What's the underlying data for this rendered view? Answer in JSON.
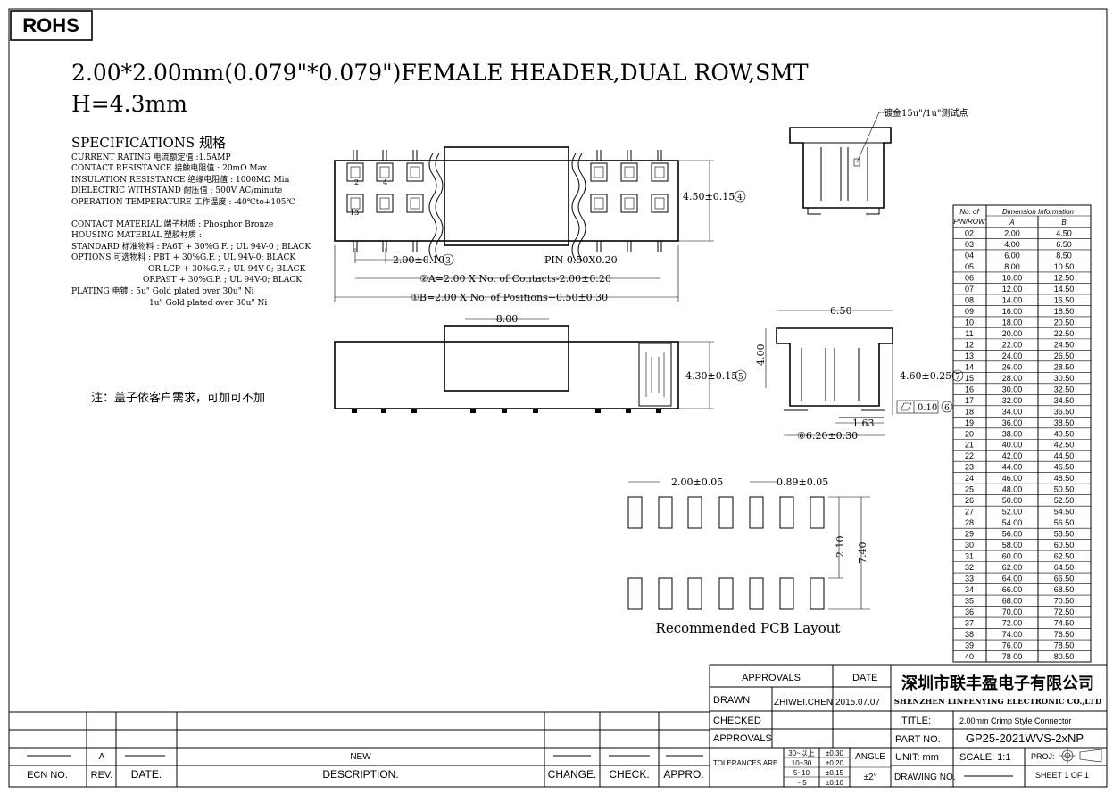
{
  "rohs": "ROHS",
  "title_line1": "2.00*2.00mm(0.079\"*0.079\")FEMALE HEADER,DUAL ROW,SMT",
  "title_line2": "H=4.3mm",
  "specs": {
    "heading": "SPECIFICATIONS 规格",
    "lines": [
      "CURRENT RATING 电流额定值 :1.5AMP",
      "CONTACT RESISTANCE 接触电阻值 : 20mΩ Max",
      "INSULATION RESISTANCE 绝缘电阻值 : 1000MΩ Min",
      "DIELECTRIC WITHSTAND 耐压值 : 500V AC/minute",
      "OPERATION TEMPERATURE 工作温度 : -40℃to+105℃",
      "CONTACT MATERIAL 端子材质 : Phosphor Bronze",
      "HOUSING MATERIAL 塑胶材质 :",
      "STANDARD 标准物料 : PA6T + 30%G.F. ; UL 94V-0 ; BLACK",
      "OPTIONS 可选物料 : PBT + 30%G.F. ; UL 94V-0; BLACK",
      "OR LCP + 30%G.F. ; UL 94V-0; BLACK",
      "ORPA9T + 30%G.F. ; UL 94V-0; BLACK",
      "PLATING 电镀 :  5u\" Gold plated over 30u\" Ni",
      "1u\" Gold plated over 30u\" Ni"
    ]
  },
  "note": "注：盖子依客户需求，可加可不加",
  "plating_callout": "镀金15u\"/1u\"测试点",
  "dims": {
    "pin_2": "2",
    "pin_4": "4",
    "pin_13": "13",
    "h450": "4.50±0.15",
    "n4": "4",
    "pitch": "2.00±0.10",
    "n3": "3",
    "pin_size": "PIN 0.50X0.20",
    "dim_a": "②A=2.00 X No. of Contacts-2.00±0.20",
    "dim_b": "①B=2.00 X No. of Positions+0.50±0.30",
    "cover": "8.00",
    "h430": "4.30±0.15",
    "n5": "5",
    "w650": "6.50",
    "h400": "4.00",
    "h460": "4.60±0.25",
    "n7": "7",
    "flat": "0.10",
    "n6": "6",
    "d163": "1.63",
    "w620": "⑧6.20±0.30",
    "pcb_pitch": "2.00±0.05",
    "pcb_pad": "0.89±0.05",
    "pcb_210": "2.10",
    "pcb_740": "7.40",
    "pcb_label": "Recommended PCB Layout"
  },
  "dim_table": {
    "header_col1": [
      "No. of",
      "PIN/ROW"
    ],
    "header_group": "Dimension Information",
    "col_a": "A",
    "col_b": "B",
    "rows": [
      [
        "02",
        "2.00",
        "4.50"
      ],
      [
        "03",
        "4.00",
        "6.50"
      ],
      [
        "04",
        "6.00",
        "8.50"
      ],
      [
        "05",
        "8.00",
        "10.50"
      ],
      [
        "06",
        "10.00",
        "12.50"
      ],
      [
        "07",
        "12.00",
        "14.50"
      ],
      [
        "08",
        "14.00",
        "16.50"
      ],
      [
        "09",
        "16.00",
        "18.50"
      ],
      [
        "10",
        "18.00",
        "20.50"
      ],
      [
        "11",
        "20.00",
        "22.50"
      ],
      [
        "12",
        "22.00",
        "24.50"
      ],
      [
        "13",
        "24.00",
        "26.50"
      ],
      [
        "14",
        "26.00",
        "28.50"
      ],
      [
        "15",
        "28.00",
        "30.50"
      ],
      [
        "16",
        "30.00",
        "32.50"
      ],
      [
        "17",
        "32.00",
        "34.50"
      ],
      [
        "18",
        "34.00",
        "36.50"
      ],
      [
        "19",
        "36.00",
        "38.50"
      ],
      [
        "20",
        "38.00",
        "40.50"
      ],
      [
        "21",
        "40.00",
        "42.50"
      ],
      [
        "22",
        "42.00",
        "44.50"
      ],
      [
        "23",
        "44.00",
        "46.50"
      ],
      [
        "24",
        "46.00",
        "48.50"
      ],
      [
        "25",
        "48.00",
        "50.50"
      ],
      [
        "26",
        "50.00",
        "52.50"
      ],
      [
        "27",
        "52.00",
        "54.50"
      ],
      [
        "28",
        "54.00",
        "56.50"
      ],
      [
        "29",
        "56.00",
        "58.50"
      ],
      [
        "30",
        "58.00",
        "60.50"
      ],
      [
        "31",
        "60.00",
        "62.50"
      ],
      [
        "32",
        "62.00",
        "64.50"
      ],
      [
        "33",
        "64.00",
        "66.50"
      ],
      [
        "34",
        "66.00",
        "68.50"
      ],
      [
        "35",
        "68.00",
        "70.50"
      ],
      [
        "36",
        "70.00",
        "72.50"
      ],
      [
        "37",
        "72.00",
        "74.50"
      ],
      [
        "38",
        "74.00",
        "76.50"
      ],
      [
        "39",
        "76.00",
        "78.50"
      ],
      [
        "40",
        "78 00",
        "80.50"
      ]
    ]
  },
  "title_block": {
    "approvals_head": "APPROVALS",
    "date_head": "DATE",
    "drawn": "DRAWN",
    "drawn_by": "ZHIWEI.CHEN",
    "drawn_date": "2015.07.07",
    "checked": "CHECKED",
    "approvals": "APPROVALS",
    "tolerances": "TOLERANCES ARE",
    "tol_ranges": [
      "30~以上",
      "10~30",
      "5~10",
      "~ 5"
    ],
    "tol_values": [
      "±0.30",
      "±0.20",
      "±0.15",
      "±0.10"
    ],
    "angle": "ANGLE",
    "angle_tol": "±2°",
    "company_cn": "深圳市联丰盈电子有限公司",
    "company_en": "SHENZHEN LINFENYING ELECTRONIC CO.,LTD",
    "title_label": "TITLE:",
    "title_value": "2.00mm Crimp Style Connector",
    "part_label": "PART NO.",
    "part_value": "GP25-2021WVS-2xNP",
    "unit": "UNIT:  mm",
    "scale": "SCALE:    1:1",
    "proj": "PROJ:",
    "drawing_no": "DRAWING NO.",
    "sheet": "SHEET    1  OF  1"
  },
  "revision_block": {
    "rev_value": "A",
    "desc_value": "NEW",
    "headers": [
      "ECN NO.",
      "REV.",
      "DATE.",
      "DESCRIPTION.",
      "CHANGE.",
      "CHECK.",
      "APPRO."
    ]
  }
}
